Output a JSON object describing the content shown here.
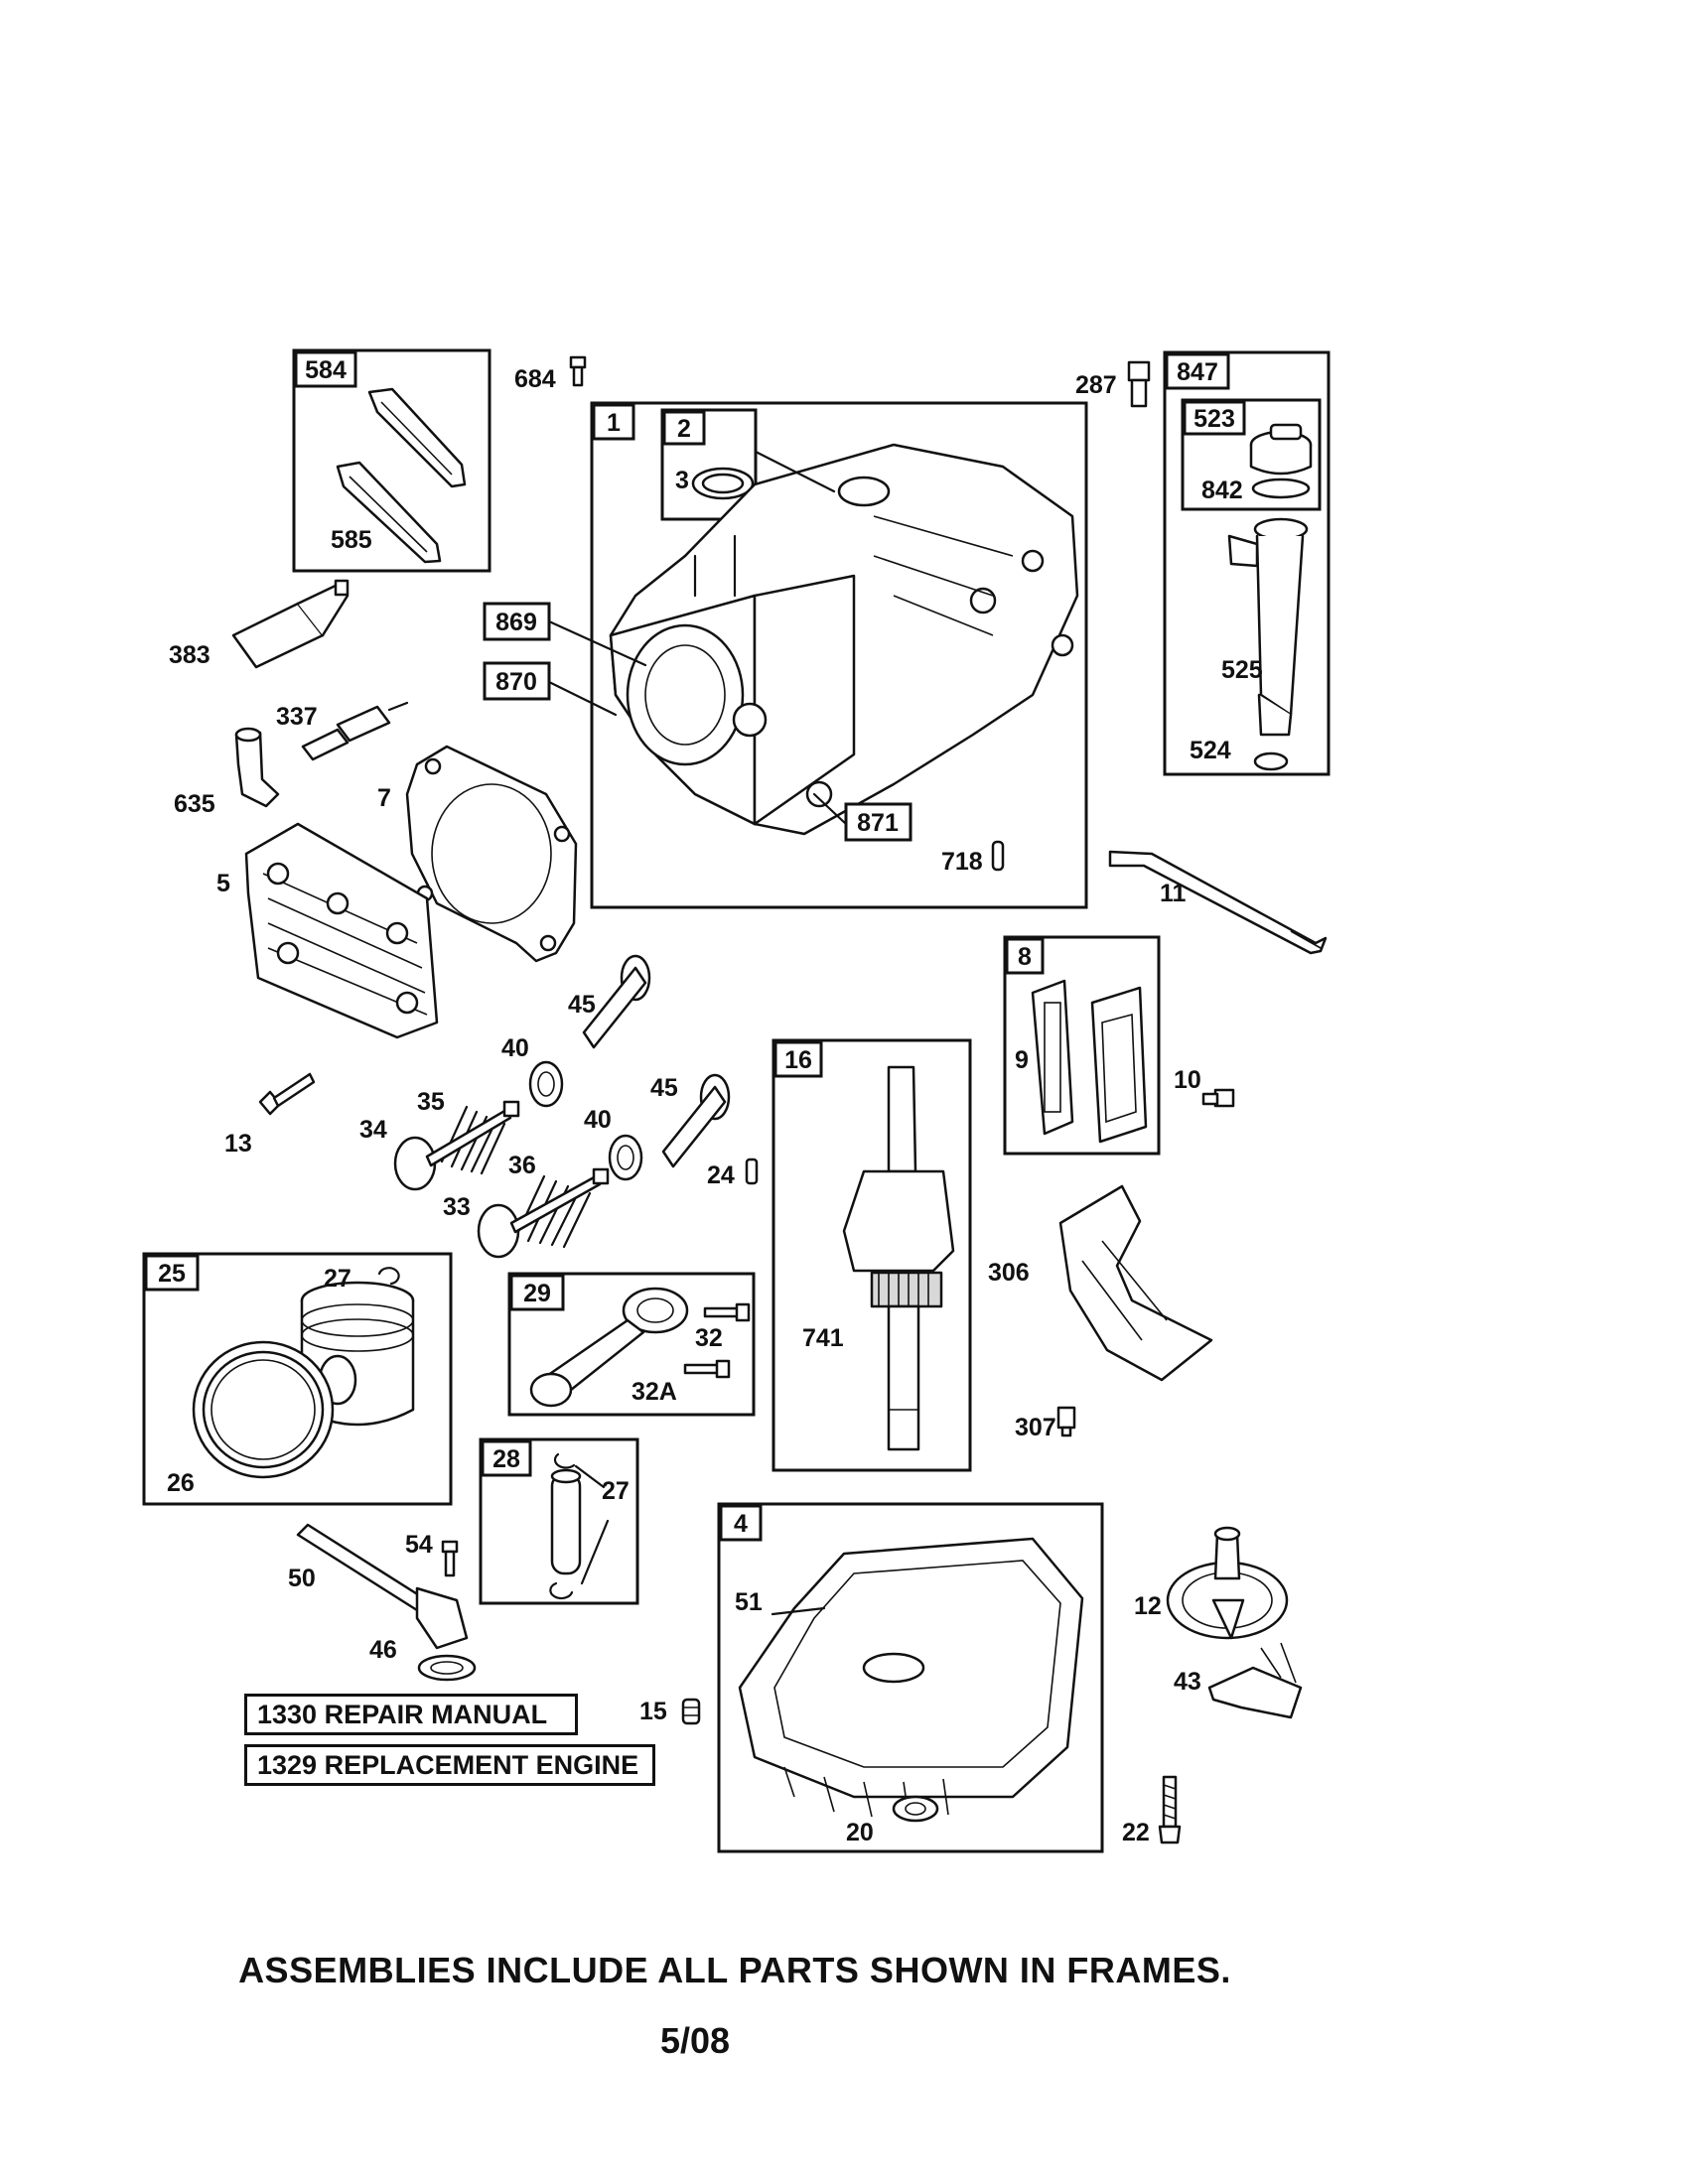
{
  "diagram": {
    "framed_labels": [
      "584",
      "1",
      "2",
      "847",
      "523",
      "869",
      "870",
      "871",
      "8",
      "16",
      "25",
      "29",
      "28",
      "4"
    ],
    "labels": [
      "684",
      "287",
      "3",
      "842",
      "585",
      "383",
      "337",
      "635",
      "7",
      "525",
      "524",
      "718",
      "11",
      "5",
      "45",
      "40",
      "9",
      "10",
      "13",
      "34",
      "35",
      "36",
      "33",
      "24",
      "27",
      "32",
      "32A",
      "741",
      "306",
      "26",
      "307",
      "54",
      "50",
      "51",
      "12",
      "46",
      "43",
      "15",
      "20",
      "22"
    ]
  },
  "boxes": {
    "repair_manual": "1330 REPAIR MANUAL",
    "replacement_engine": "1329 REPLACEMENT ENGINE"
  },
  "footer": {
    "note": "ASSEMBLIES INCLUDE ALL PARTS SHOWN IN FRAMES.",
    "date": "5/08"
  }
}
